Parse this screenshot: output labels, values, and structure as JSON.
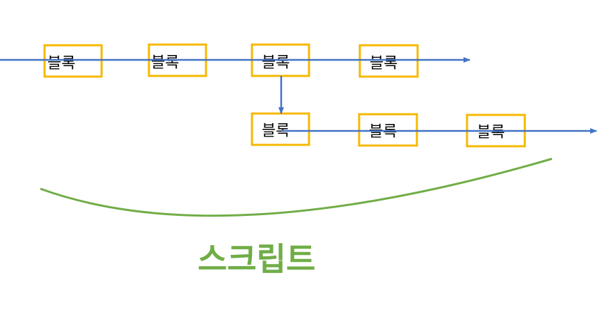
{
  "colors": {
    "block_border": "#f5b800",
    "arrow": "#4472c4",
    "script": "#70ad47"
  },
  "chain_main": {
    "blocks": [
      {
        "label": "블록"
      },
      {
        "label": "블록"
      },
      {
        "label": "블록"
      },
      {
        "label": "블록"
      }
    ]
  },
  "chain_fork": {
    "blocks": [
      {
        "label": "블록"
      },
      {
        "label": "블록"
      },
      {
        "label": "블록"
      }
    ]
  },
  "script_label": "스크립트"
}
